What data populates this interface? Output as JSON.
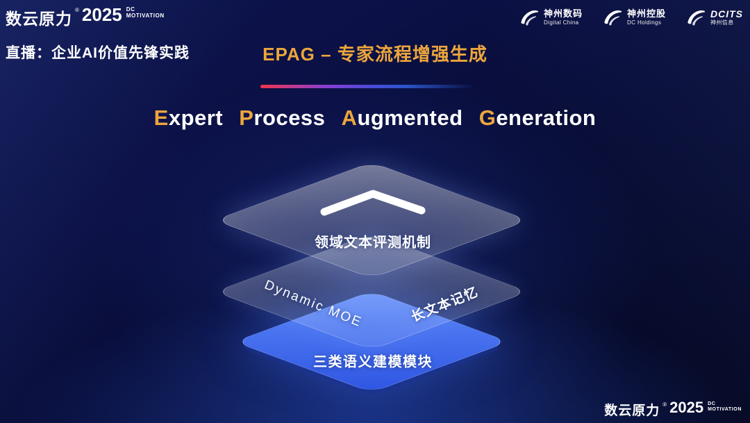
{
  "colors": {
    "gold_accent": "#EDA63C",
    "background_deep": "#070C34",
    "layer_blue": "#3D63EC",
    "divider_red": "#F0354B"
  },
  "icons": {
    "chevron_up": "^",
    "partner_swoosh": "swoosh-orbit-mark"
  },
  "top_left": {
    "brand_cn": "数云原力",
    "brand_reg": "®",
    "brand_year": "2025",
    "brand_dc": "DC",
    "brand_motivation": "MOTIVATION",
    "live_title": "直播：企业AI价值先锋实践"
  },
  "top_right_logos": [
    {
      "line1": "神州数码",
      "line2": "Digital China"
    },
    {
      "line1": "神州控股",
      "line2": "DC Holdings"
    },
    {
      "line1": "DCITS",
      "line2": "神州信息"
    }
  ],
  "title": "EPAG – 专家流程增强生成",
  "subtitle": {
    "words": [
      {
        "accent": "E",
        "rest": "xpert"
      },
      {
        "accent": "P",
        "rest": "rocess"
      },
      {
        "accent": "A",
        "rest": "ugmented"
      },
      {
        "accent": "G",
        "rest": "eneration"
      }
    ]
  },
  "diagram": {
    "layer_top_label": "领域文本评测机制",
    "layer_mid_left_label": "Dynamic MOE",
    "layer_mid_right_label": "长文本记忆",
    "layer_bottom_label": "三类语义建模模块"
  },
  "bottom_right": {
    "brand_cn": "数云原力",
    "brand_reg": "®",
    "brand_year": "2025",
    "brand_dc": "DC",
    "brand_motivation": "MOTIVATION"
  }
}
